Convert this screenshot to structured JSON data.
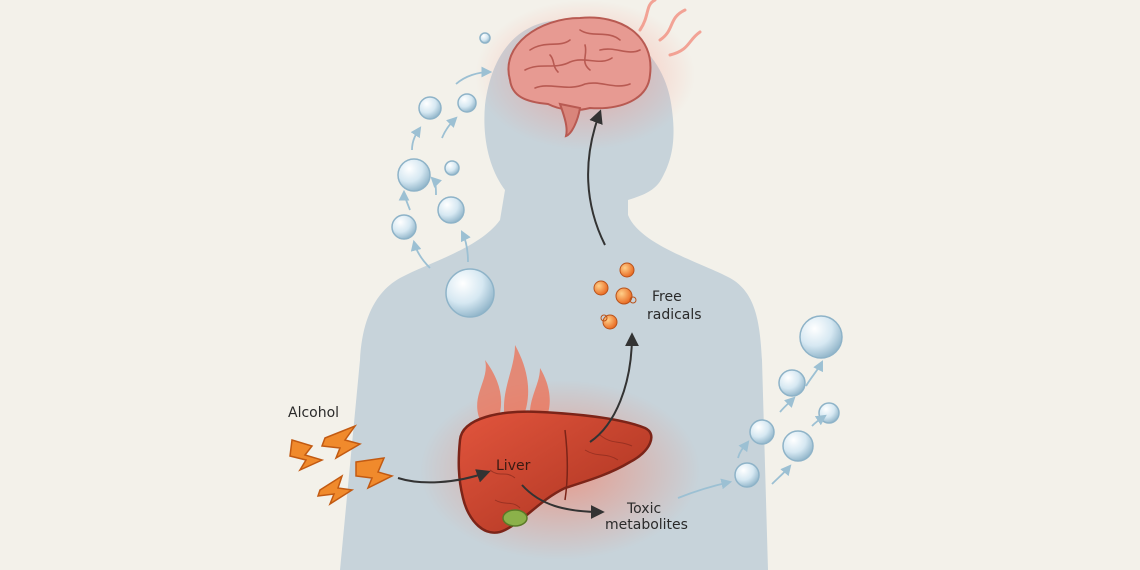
{
  "labels": {
    "alcohol": "Alcohol",
    "liver": "Liver",
    "free_radicals_line1": "Free",
    "free_radicals_line2": "radicals",
    "toxic_line1": "Toxic",
    "toxic_line2": "metabolites"
  },
  "colors": {
    "background": "#f3f1ea",
    "body": "#c7d3da",
    "liver": "#c8412f",
    "brain": "#e79a92",
    "alcohol_bolt": "#f08a2c",
    "free_radical": "#ee7e28",
    "bubble": "#d6e8f2",
    "arrow_dark": "#333333",
    "arrow_light": "#9cc0d3",
    "flame": "#f06a4c"
  },
  "icons": {
    "brain": "brain-icon",
    "liver": "liver-icon",
    "alcohol": "lightning-bolt-icon",
    "free_radical": "molecule-icon",
    "bubble": "bubble-icon"
  }
}
